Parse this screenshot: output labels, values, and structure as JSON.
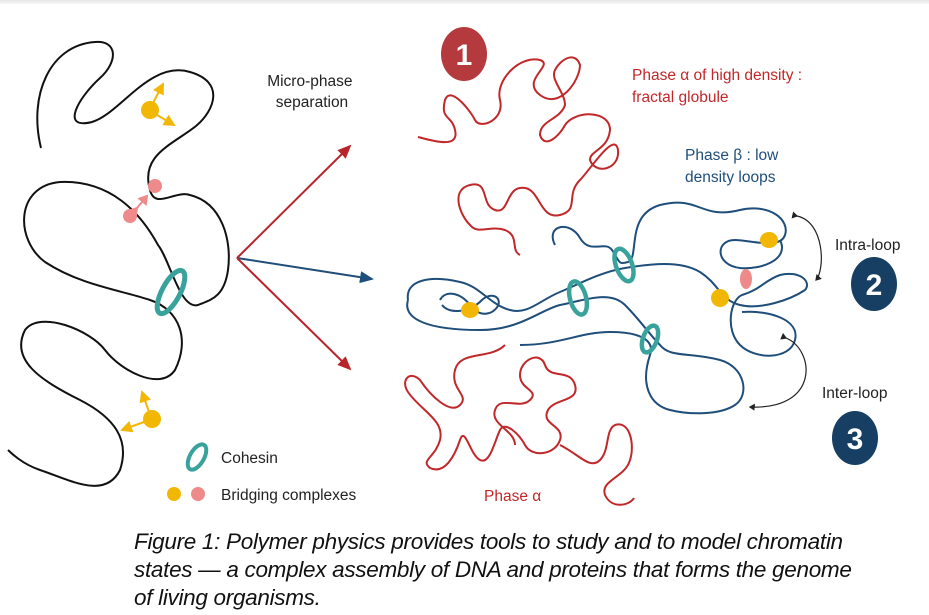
{
  "figure": {
    "colors": {
      "polymer": "#111111",
      "phase_alpha": "#c0282a",
      "phase_beta": "#1f4e7a",
      "cohesin": "#3aa29c",
      "bridge_yellow": "#f2b705",
      "bridge_pink": "#ee8a8a",
      "badge_red": "#b53a3d",
      "badge_blue": "#163f63",
      "arrow_red": "#b8262b",
      "arrow_blue": "#1f4e7a"
    },
    "arrow_label": [
      "Micro-phase",
      "separation"
    ],
    "legend": {
      "cohesin": "Cohesin",
      "bridging": "Bridging complexes"
    },
    "phase_alpha_title": [
      "Phase α of high density :",
      "fractal globule"
    ],
    "phase_beta_title": [
      "Phase β : low",
      "density loops"
    ],
    "phase_alpha_bottom": "Phase α",
    "badges": [
      {
        "number": "1",
        "label": ""
      },
      {
        "number": "2",
        "label": "Intra-loop"
      },
      {
        "number": "3",
        "label": "Inter-loop"
      }
    ]
  },
  "caption": "Figure 1: Polymer physics provides tools to study and to model chromatin states — a complex assembly of DNA and proteins that forms the genome of living organisms."
}
